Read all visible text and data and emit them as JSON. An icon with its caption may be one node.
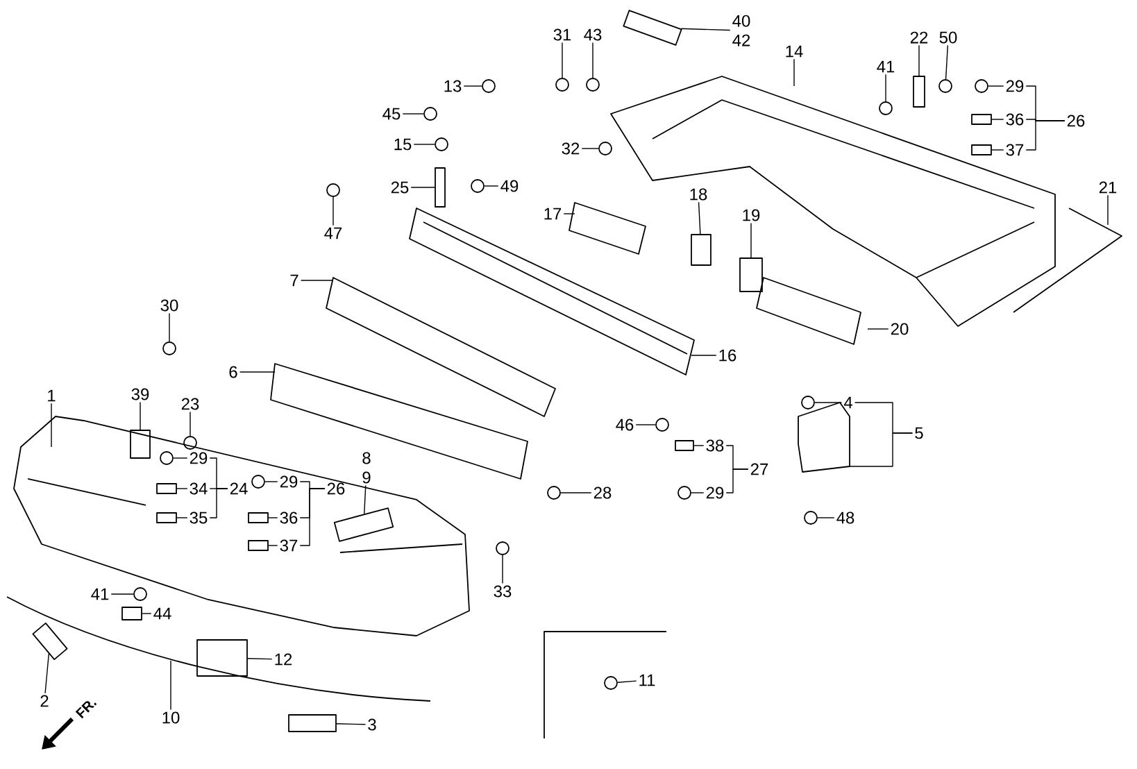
{
  "diagram": {
    "nodes": [
      {
        "text": [
          "1"
        ]
      },
      {
        "text": [
          "2"
        ]
      },
      {
        "text": [
          "3"
        ]
      },
      {
        "text": [
          "4"
        ]
      },
      {
        "text": [
          "5"
        ]
      },
      {
        "text": [
          "6"
        ]
      },
      {
        "text": [
          "7"
        ]
      },
      {
        "text": [
          "8",
          "9"
        ]
      },
      {
        "text": [
          "10"
        ]
      },
      {
        "text": [
          "11"
        ]
      },
      {
        "text": [
          "12"
        ]
      },
      {
        "text": [
          "13"
        ]
      },
      {
        "text": [
          "14"
        ]
      },
      {
        "text": [
          "15"
        ]
      },
      {
        "text": [
          "16"
        ]
      },
      {
        "text": [
          "17"
        ]
      },
      {
        "text": [
          "18"
        ]
      },
      {
        "text": [
          "19"
        ]
      },
      {
        "text": [
          "20"
        ]
      },
      {
        "text": [
          "21"
        ]
      },
      {
        "text": [
          "22"
        ]
      },
      {
        "text": [
          "23"
        ]
      },
      {
        "text": [
          "24"
        ]
      },
      {
        "text": [
          "25"
        ]
      },
      {
        "text": [
          "26"
        ]
      },
      {
        "text": [
          "26"
        ]
      },
      {
        "text": [
          "27"
        ]
      },
      {
        "text": [
          "28"
        ]
      },
      {
        "text": [
          "29"
        ]
      },
      {
        "text": [
          "29"
        ]
      },
      {
        "text": [
          "29"
        ]
      },
      {
        "text": [
          "29"
        ]
      },
      {
        "text": [
          "30"
        ]
      },
      {
        "text": [
          "31"
        ]
      },
      {
        "text": [
          "32"
        ]
      },
      {
        "text": [
          "33"
        ]
      },
      {
        "text": [
          "34"
        ]
      },
      {
        "text": [
          "35"
        ]
      },
      {
        "text": [
          "36"
        ]
      },
      {
        "text": [
          "36"
        ]
      },
      {
        "text": [
          "37"
        ]
      },
      {
        "text": [
          "37"
        ]
      },
      {
        "text": [
          "38"
        ]
      },
      {
        "text": [
          "39"
        ]
      },
      {
        "text": [
          "40",
          "42"
        ]
      },
      {
        "text": [
          "41"
        ]
      },
      {
        "text": [
          "41"
        ]
      },
      {
        "text": [
          "43"
        ]
      },
      {
        "text": [
          "44"
        ]
      },
      {
        "text": [
          "45"
        ]
      },
      {
        "text": [
          "46"
        ]
      },
      {
        "text": [
          "47"
        ]
      },
      {
        "text": [
          "48"
        ]
      },
      {
        "text": [
          "49"
        ]
      },
      {
        "text": [
          "50"
        ]
      },
      {
        "text": [],
        "shape": "box"
      },
      {
        "text": [],
        "shape": "box"
      },
      {
        "text": [],
        "shape": "circle"
      },
      {
        "text": [],
        "shape": "box"
      },
      {
        "text": [],
        "shape": "circle"
      },
      {
        "text": [],
        "shape": "box"
      },
      {
        "text": [],
        "shape": "circle"
      },
      {
        "text": [],
        "shape": "circle"
      },
      {
        "text": [],
        "shape": "box"
      },
      {
        "text": [],
        "shape": "box"
      },
      {
        "text": [],
        "shape": "box"
      },
      {
        "text": [],
        "shape": "circle"
      },
      {
        "text": [],
        "shape": "box"
      },
      {
        "text": [],
        "shape": "circle"
      },
      {
        "text": [],
        "shape": "circle"
      },
      {
        "text": [],
        "shape": "circle"
      },
      {
        "text": [],
        "shape": "circle"
      },
      {
        "text": [],
        "shape": "circle"
      },
      {
        "text": [],
        "shape": "circle"
      },
      {
        "text": [],
        "shape": "circle"
      },
      {
        "text": [],
        "shape": "circle"
      },
      {
        "text": [],
        "shape": "circle"
      },
      {
        "text": [],
        "shape": "box"
      },
      {
        "text": [],
        "shape": "box"
      },
      {
        "text": [],
        "shape": "box"
      },
      {
        "text": [],
        "shape": "box"
      },
      {
        "text": [],
        "shape": "box"
      },
      {
        "text": [],
        "shape": "box"
      },
      {
        "text": [],
        "shape": "box"
      },
      {
        "text": [],
        "shape": "box"
      },
      {
        "text": [],
        "shape": "box"
      },
      {
        "text": [],
        "shape": "circle"
      },
      {
        "text": [],
        "shape": "circle"
      },
      {
        "text": [],
        "shape": "circle"
      },
      {
        "text": [],
        "shape": "box"
      },
      {
        "text": [],
        "shape": "circle"
      },
      {
        "text": [],
        "shape": "circle"
      },
      {
        "text": [],
        "shape": "circle"
      },
      {
        "text": [],
        "shape": "circle"
      },
      {
        "text": [],
        "shape": "circle"
      },
      {
        "text": [],
        "shape": "circle"
      }
    ],
    "edges": [
      {
        "from": 0,
        "to": null,
        "arrow": "none"
      },
      {
        "from": 1,
        "to": 55,
        "arrow": "none"
      },
      {
        "from": 2,
        "to": 56,
        "arrow": "none"
      },
      {
        "from": 3,
        "to": 57,
        "arrow": "none"
      },
      {
        "from": 5,
        "to": null,
        "arrow": "none"
      },
      {
        "from": 6,
        "to": null,
        "arrow": "none"
      },
      {
        "from": 7,
        "to": 58,
        "arrow": "none"
      },
      {
        "from": 8,
        "to": null,
        "arrow": "none"
      },
      {
        "from": 9,
        "to": 59,
        "arrow": "none"
      },
      {
        "from": 10,
        "to": 60,
        "arrow": "none"
      },
      {
        "from": 11,
        "to": 61,
        "arrow": "none"
      },
      {
        "from": 12,
        "to": null,
        "arrow": "none"
      },
      {
        "from": 13,
        "to": 62,
        "arrow": "none"
      },
      {
        "from": 14,
        "to": null,
        "arrow": "none"
      },
      {
        "from": 15,
        "to": null,
        "arrow": "none"
      },
      {
        "from": 16,
        "to": 63,
        "arrow": "none"
      },
      {
        "from": 17,
        "to": 64,
        "arrow": "none"
      },
      {
        "from": 18,
        "to": null,
        "arrow": "none"
      },
      {
        "from": 19,
        "to": null,
        "arrow": "none"
      },
      {
        "from": 20,
        "to": 65,
        "arrow": "none"
      },
      {
        "from": 21,
        "to": 66,
        "arrow": "none"
      },
      {
        "from": 23,
        "to": 67,
        "arrow": "none"
      },
      {
        "from": 27,
        "to": 68,
        "arrow": "none"
      },
      {
        "from": 28,
        "to": 69,
        "arrow": "none"
      },
      {
        "from": 29,
        "to": 70,
        "arrow": "none"
      },
      {
        "from": 30,
        "to": 71,
        "arrow": "none"
      },
      {
        "from": 31,
        "to": 72,
        "arrow": "none"
      },
      {
        "from": 32,
        "to": 73,
        "arrow": "none"
      },
      {
        "from": 33,
        "to": 74,
        "arrow": "none"
      },
      {
        "from": 34,
        "to": 75,
        "arrow": "none"
      },
      {
        "from": 35,
        "to": 76,
        "arrow": "none"
      },
      {
        "from": 36,
        "to": 77,
        "arrow": "none"
      },
      {
        "from": 37,
        "to": 78,
        "arrow": "none"
      },
      {
        "from": 38,
        "to": 79,
        "arrow": "none"
      },
      {
        "from": 39,
        "to": 80,
        "arrow": "none"
      },
      {
        "from": 40,
        "to": 81,
        "arrow": "none"
      },
      {
        "from": 41,
        "to": 82,
        "arrow": "none"
      },
      {
        "from": 42,
        "to": 83,
        "arrow": "none"
      },
      {
        "from": 43,
        "to": 84,
        "arrow": "none"
      },
      {
        "from": 44,
        "to": 85,
        "arrow": "none"
      },
      {
        "from": 45,
        "to": 86,
        "arrow": "none"
      },
      {
        "from": 46,
        "to": 87,
        "arrow": "none"
      },
      {
        "from": 47,
        "to": 88,
        "arrow": "none"
      },
      {
        "from": 48,
        "to": 89,
        "arrow": "none"
      },
      {
        "from": 49,
        "to": 90,
        "arrow": "none"
      },
      {
        "from": 50,
        "to": 91,
        "arrow": "none"
      },
      {
        "from": 51,
        "to": 92,
        "arrow": "none"
      },
      {
        "from": 52,
        "to": 93,
        "arrow": "none"
      },
      {
        "from": 53,
        "to": 94,
        "arrow": "none"
      },
      {
        "from": 54,
        "to": 95,
        "arrow": "none"
      },
      {
        "from": 22,
        "to": 28,
        "arrow": "none"
      },
      {
        "from": 22,
        "to": 36,
        "arrow": "none"
      },
      {
        "from": 22,
        "to": 37,
        "arrow": "none"
      },
      {
        "from": 24,
        "to": 29,
        "arrow": "none"
      },
      {
        "from": 24,
        "to": 38,
        "arrow": "none"
      },
      {
        "from": 24,
        "to": 40,
        "arrow": "none"
      },
      {
        "from": 25,
        "to": 30,
        "arrow": "none"
      },
      {
        "from": 25,
        "to": 39,
        "arrow": "none"
      },
      {
        "from": 25,
        "to": 41,
        "arrow": "none"
      },
      {
        "from": 26,
        "to": 42,
        "arrow": "none"
      },
      {
        "from": 26,
        "to": 31,
        "arrow": "none"
      },
      {
        "from": 4,
        "to": 3,
        "arrow": "none"
      },
      {
        "from": 4,
        "to": null,
        "arrow": "none"
      }
    ],
    "labels": [
      "FR."
    ]
  }
}
